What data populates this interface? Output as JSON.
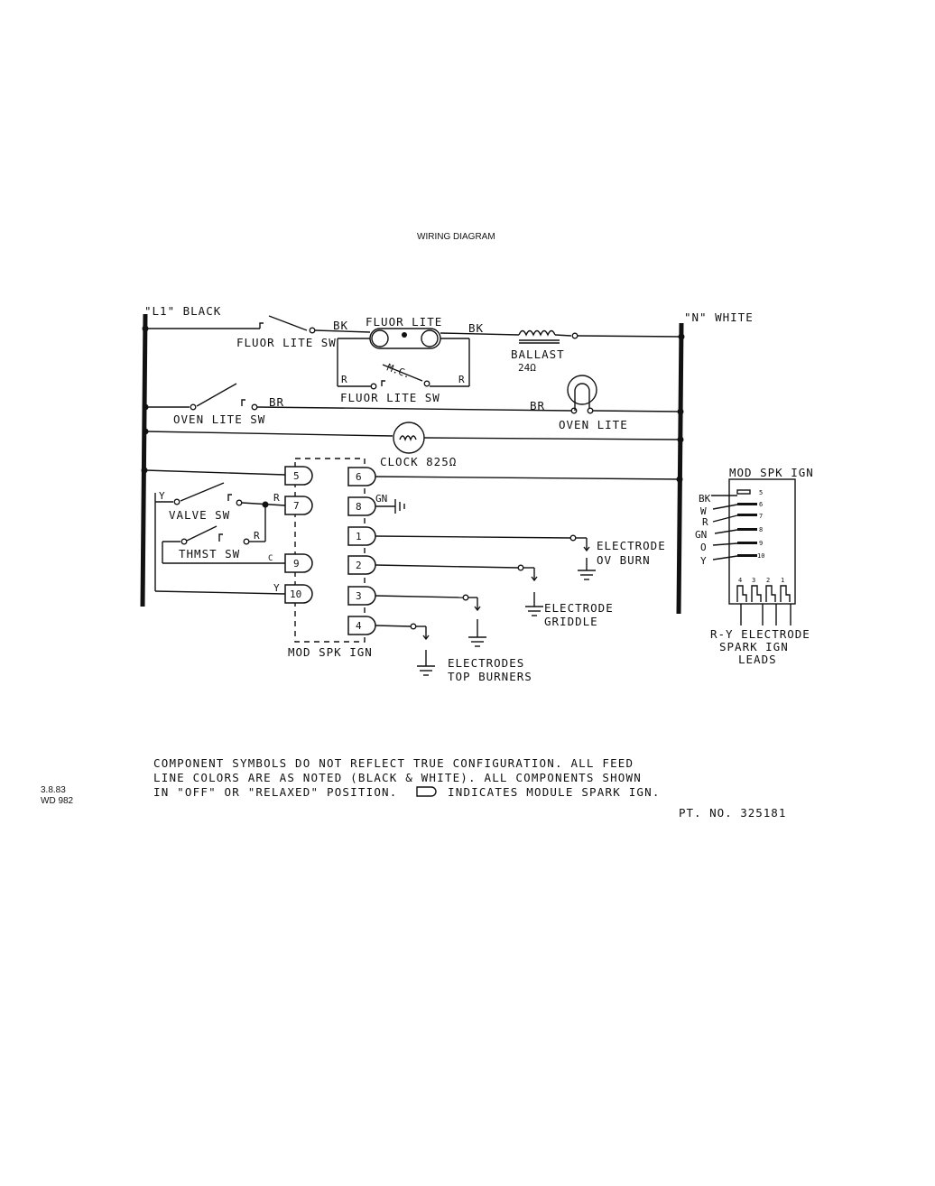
{
  "title": "WIRING DIAGRAM",
  "lines": {
    "l1": "\"L1\" BLACK",
    "n": "\"N\" WHITE"
  },
  "components": {
    "fluor_lite_sw": "FLUOR LITE SW",
    "fluor_lite": "FLUOR LITE",
    "fluor_lite_sw2": "FLUOR LITE SW",
    "mc": "M.C.",
    "ballast": "BALLAST",
    "ballast_value": "24Ω",
    "oven_lite_sw": "OVEN LITE SW",
    "oven_lite": "OVEN LITE",
    "clock": "CLOCK 825Ω",
    "valve_sw": "VALVE SW",
    "thmst_sw": "THMST SW",
    "mod_spk_ign": "MOD SPK IGN",
    "electrode_ov_burn_1": "ELECTRODE",
    "electrode_ov_burn_2": "OV BURN",
    "electrode_griddle_1": "ELECTRODE",
    "electrode_griddle_2": "GRIDDLE",
    "electrodes_top_1": "ELECTRODES",
    "electrodes_top_2": "TOP BURNERS"
  },
  "wire_colors": {
    "bk1": "BK",
    "bk2": "BK",
    "r1": "R",
    "r2": "R",
    "br1": "BR",
    "br2": "BR",
    "y1": "Y",
    "r3": "R",
    "r4": "R",
    "c": "C",
    "y2": "Y",
    "gn": "GN"
  },
  "terminals": [
    "5",
    "6",
    "7",
    "8",
    "9",
    "1",
    "2",
    "10",
    "3",
    "4"
  ],
  "module": {
    "title": "MOD SPK IGN",
    "wires": [
      "BK",
      "W",
      "R",
      "GN",
      "O",
      "Y"
    ],
    "pins": [
      "5",
      "6",
      "7",
      "8",
      "9",
      "10"
    ],
    "outputs": [
      "4",
      "3",
      "2",
      "1"
    ],
    "caption_1": "R-Y ELECTRODE",
    "caption_2": "SPARK IGN",
    "caption_3": "LEADS"
  },
  "note": {
    "line1": "COMPONENT SYMBOLS DO NOT REFLECT TRUE CONFIGURATION. ALL FEED",
    "line2": "LINE COLORS ARE AS NOTED (BLACK & WHITE). ALL COMPONENTS SHOWN",
    "line3a": "IN \"OFF\" OR \"RELAXED\" POSITION.",
    "line3b": "INDICATES MODULE SPARK IGN."
  },
  "codes": {
    "date": "3.8.83",
    "wd": "WD 982"
  },
  "part_number": "PT. NO. 325181"
}
